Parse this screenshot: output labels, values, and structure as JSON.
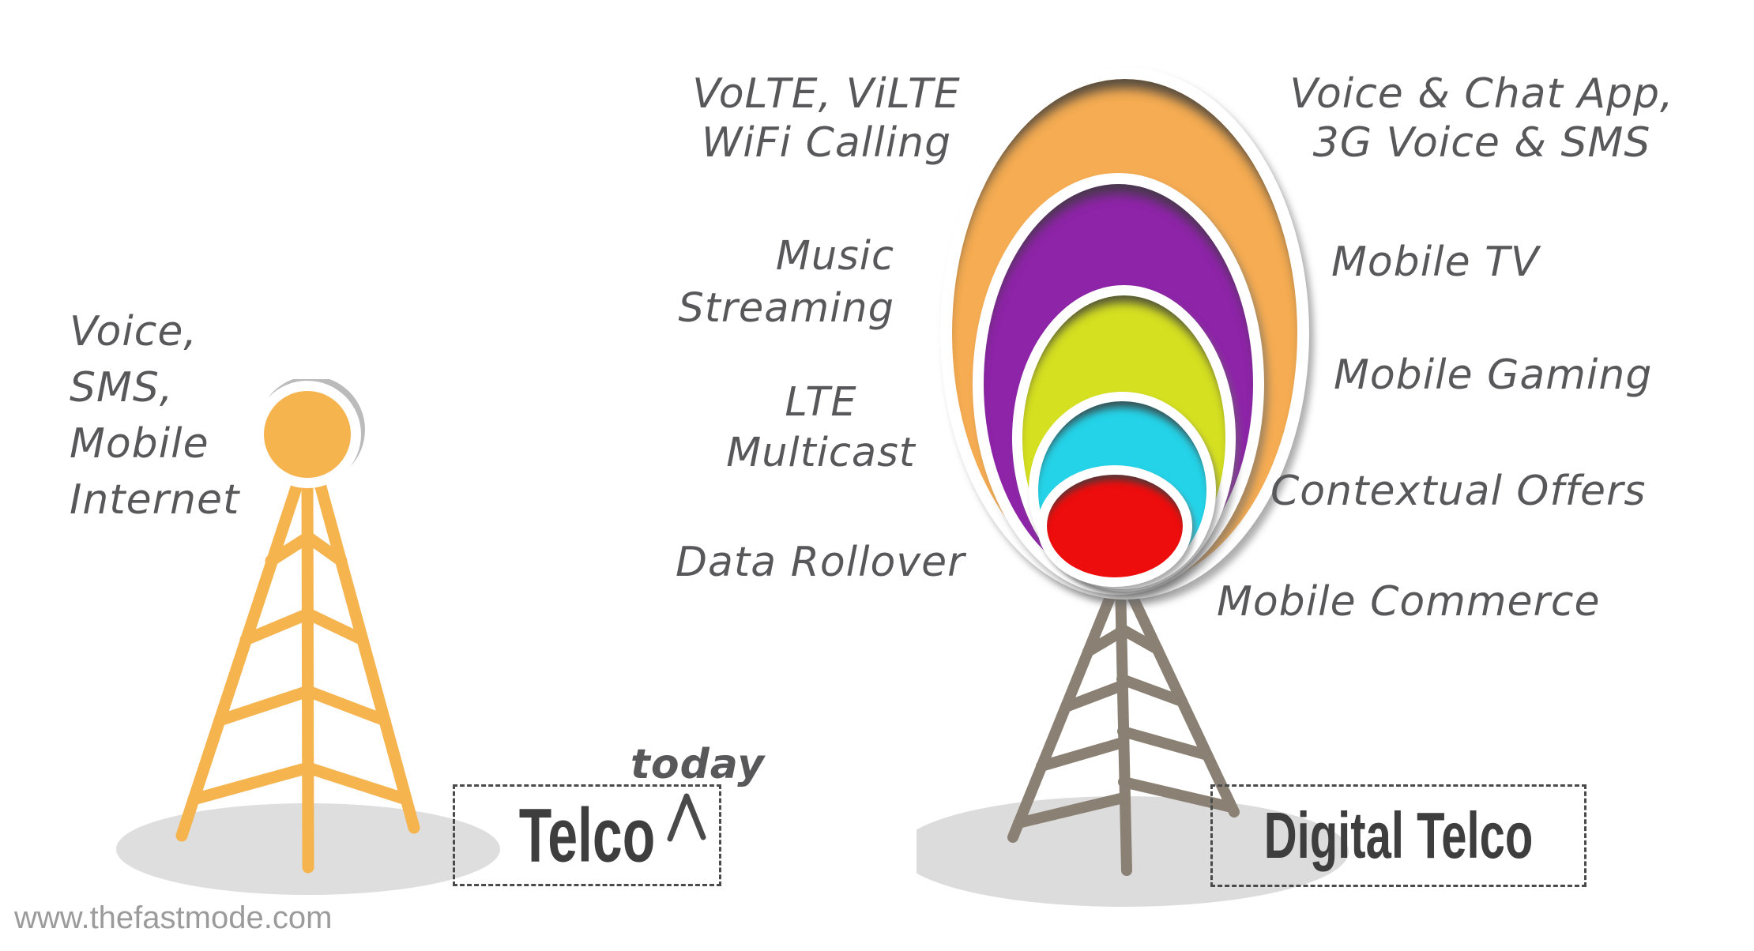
{
  "watermark": "www.thefastmode.com",
  "colors": {
    "background": "#FFFFFF",
    "handwriting_text": "#58585A",
    "bold_label_text": "#3E3E3E",
    "dashed_border": "#4A4A4A",
    "left_tower": "#F6B44F",
    "right_tower": "#8B8074",
    "ground_shadow_left": "#DEDEDE",
    "ground_shadow_right": "#DCDCDC",
    "watermark_text": "#9B9B9B"
  },
  "telco": {
    "services_lines": [
      "Voice,",
      "SMS,",
      "Mobile",
      "Internet"
    ],
    "label": "Telco",
    "annotation": "today"
  },
  "digital_telco": {
    "label": "Digital Telco",
    "rings": [
      {
        "name": "orange",
        "color": "#F5AC52"
      },
      {
        "name": "purple",
        "color": "#8E24A8"
      },
      {
        "name": "yellow-green",
        "color": "#D5E021"
      },
      {
        "name": "cyan",
        "color": "#25D3E8"
      },
      {
        "name": "red",
        "color": "#EE0D0D"
      }
    ],
    "left_labels": [
      {
        "lines": [
          "VoLTE, ViLTE",
          "WiFi Calling"
        ]
      },
      {
        "lines": [
          "Music",
          "Streaming"
        ]
      },
      {
        "lines": [
          "LTE",
          "Multicast"
        ]
      },
      {
        "lines": [
          "Data Rollover"
        ]
      }
    ],
    "right_labels": [
      {
        "lines": [
          "Voice & Chat App,",
          "3G Voice & SMS"
        ]
      },
      {
        "lines": [
          "Mobile TV"
        ]
      },
      {
        "lines": [
          "Mobile Gaming"
        ]
      },
      {
        "lines": [
          "Contextual Offers"
        ]
      },
      {
        "lines": [
          "Mobile Commerce"
        ]
      }
    ]
  }
}
